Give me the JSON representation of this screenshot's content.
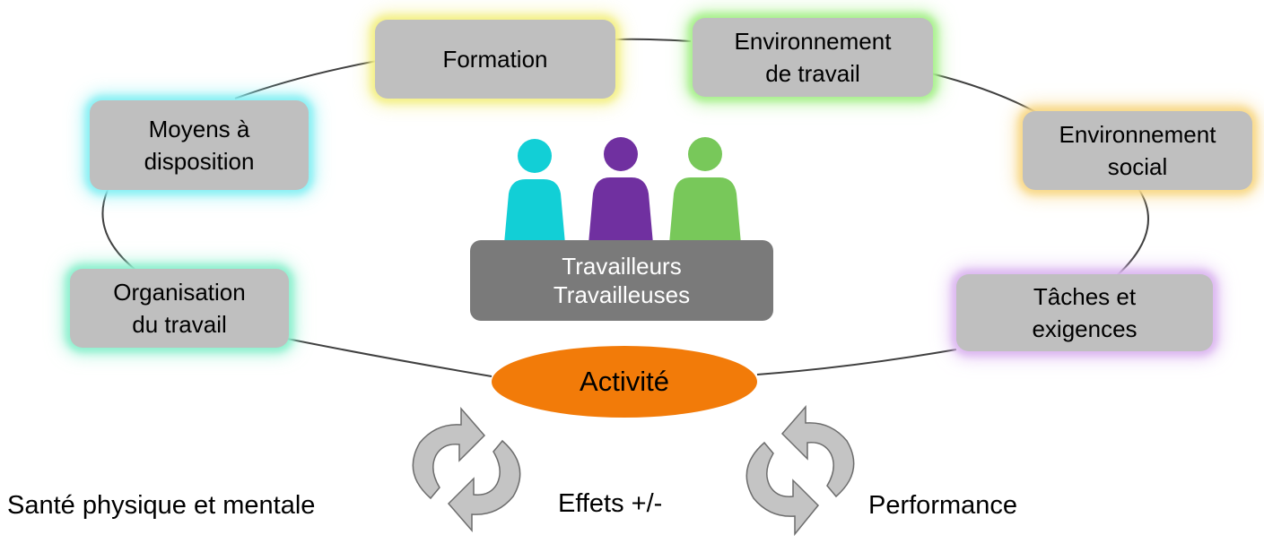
{
  "diagram": {
    "factors": [
      {
        "id": "formation",
        "lines": [
          "Formation"
        ],
        "glow": "#f4f08a"
      },
      {
        "id": "environnement-travail",
        "lines": [
          "Environnement",
          "de travail"
        ],
        "glow": "#a9f08e"
      },
      {
        "id": "environnement-social",
        "lines": [
          "Environnement",
          "social"
        ],
        "glow": "#f8d98a"
      },
      {
        "id": "taches-exigences",
        "lines": [
          "Tâches et",
          "exigences"
        ],
        "glow": "#dcb8f0"
      },
      {
        "id": "organisation-travail",
        "lines": [
          "Organisation",
          "du travail"
        ],
        "glow": "#8ff0cf"
      },
      {
        "id": "moyens-disposition",
        "lines": [
          "Moyens à",
          "disposition"
        ],
        "glow": "#8af0f4"
      }
    ],
    "workers": {
      "line1": "Travailleurs",
      "line2": "Travailleuses"
    },
    "people_colors": [
      "#12cfd6",
      "#7030a0",
      "#78c85a"
    ],
    "activity": "Activité",
    "activity_color": "#f27b09",
    "outcomes": {
      "health": "Santé physique et mentale",
      "effects": "Effets +/-",
      "performance": "Performance"
    }
  }
}
